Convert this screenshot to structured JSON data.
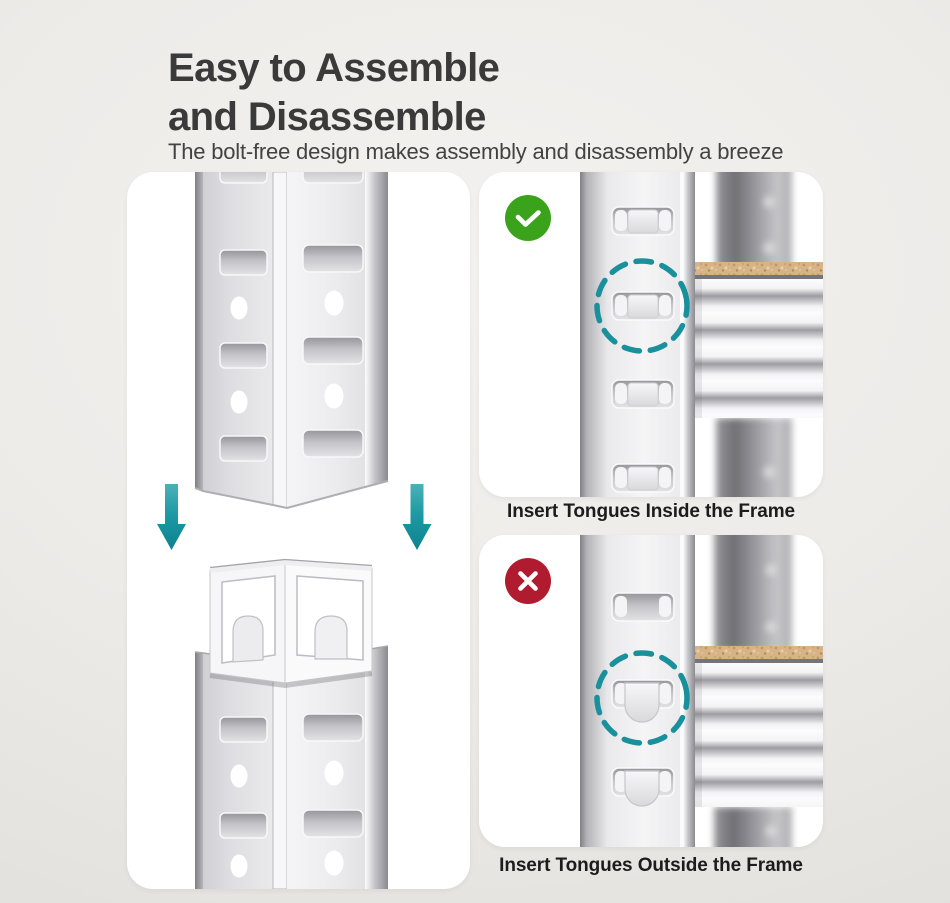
{
  "header": {
    "title_line1": "Easy to Assemble",
    "title_line2": "and Disassemble",
    "subtitle": "The bolt-free design makes assembly and disassembly a breeze"
  },
  "panels": {
    "demo": {
      "content": "frame-post-dropping-onto-shelf-corner-bracket",
      "icon": "down-arrow-icon"
    },
    "correct": {
      "caption": "Insert Tongues Inside the Frame",
      "icon": "check-circle-icon",
      "icon_color": "#3aa31b",
      "highlight": "teal-dashed-circle"
    },
    "incorrect": {
      "caption": "Insert Tongues Outside the Frame",
      "icon": "cross-circle-icon",
      "icon_color": "#b11b2f",
      "highlight": "teal-dashed-circle"
    }
  },
  "colors": {
    "background": "#edebe8",
    "panel_background": "#ffffff",
    "title_text": "#3a3a3a",
    "subtitle_text": "#424242",
    "caption_text": "#1c1c1c",
    "accent_teal": "#17929d",
    "success_green": "#3aa31b",
    "error_red": "#b11b2f",
    "metal_light": "#ededef",
    "metal_mid": "#c6c6ca",
    "metal_dark": "#86868b",
    "board_tan": "#d6b488"
  }
}
